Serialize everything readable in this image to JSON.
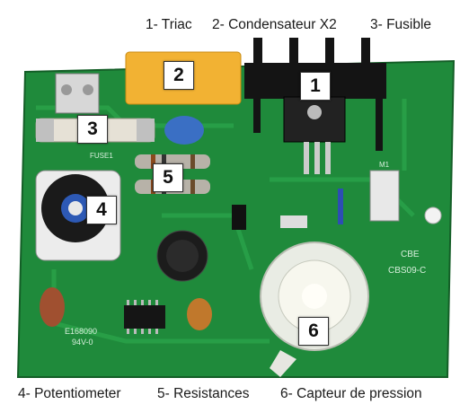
{
  "captions": {
    "top_1": "1- Triac",
    "top_2": "2- Condensateur X2",
    "top_3": "3- Fusible",
    "bottom_4": "4- Potentiometer",
    "bottom_5": "5- Resistances",
    "bottom_6": "6- Capteur de pression"
  },
  "markers": {
    "m1": "1",
    "m2": "2",
    "m3": "3",
    "m4": "4",
    "m5": "5",
    "m6": "6"
  },
  "board_text": {
    "cbe": "CBE",
    "model": "CBS09-C",
    "code1": "E168090",
    "code2": "94V-0",
    "fuse": "FUSE1",
    "m1": "M1"
  },
  "colors": {
    "board": "#1f8a3b",
    "board_dark": "#166b2d",
    "capacitor_x2": "#f2b233",
    "heatsink": "#141414"
  }
}
